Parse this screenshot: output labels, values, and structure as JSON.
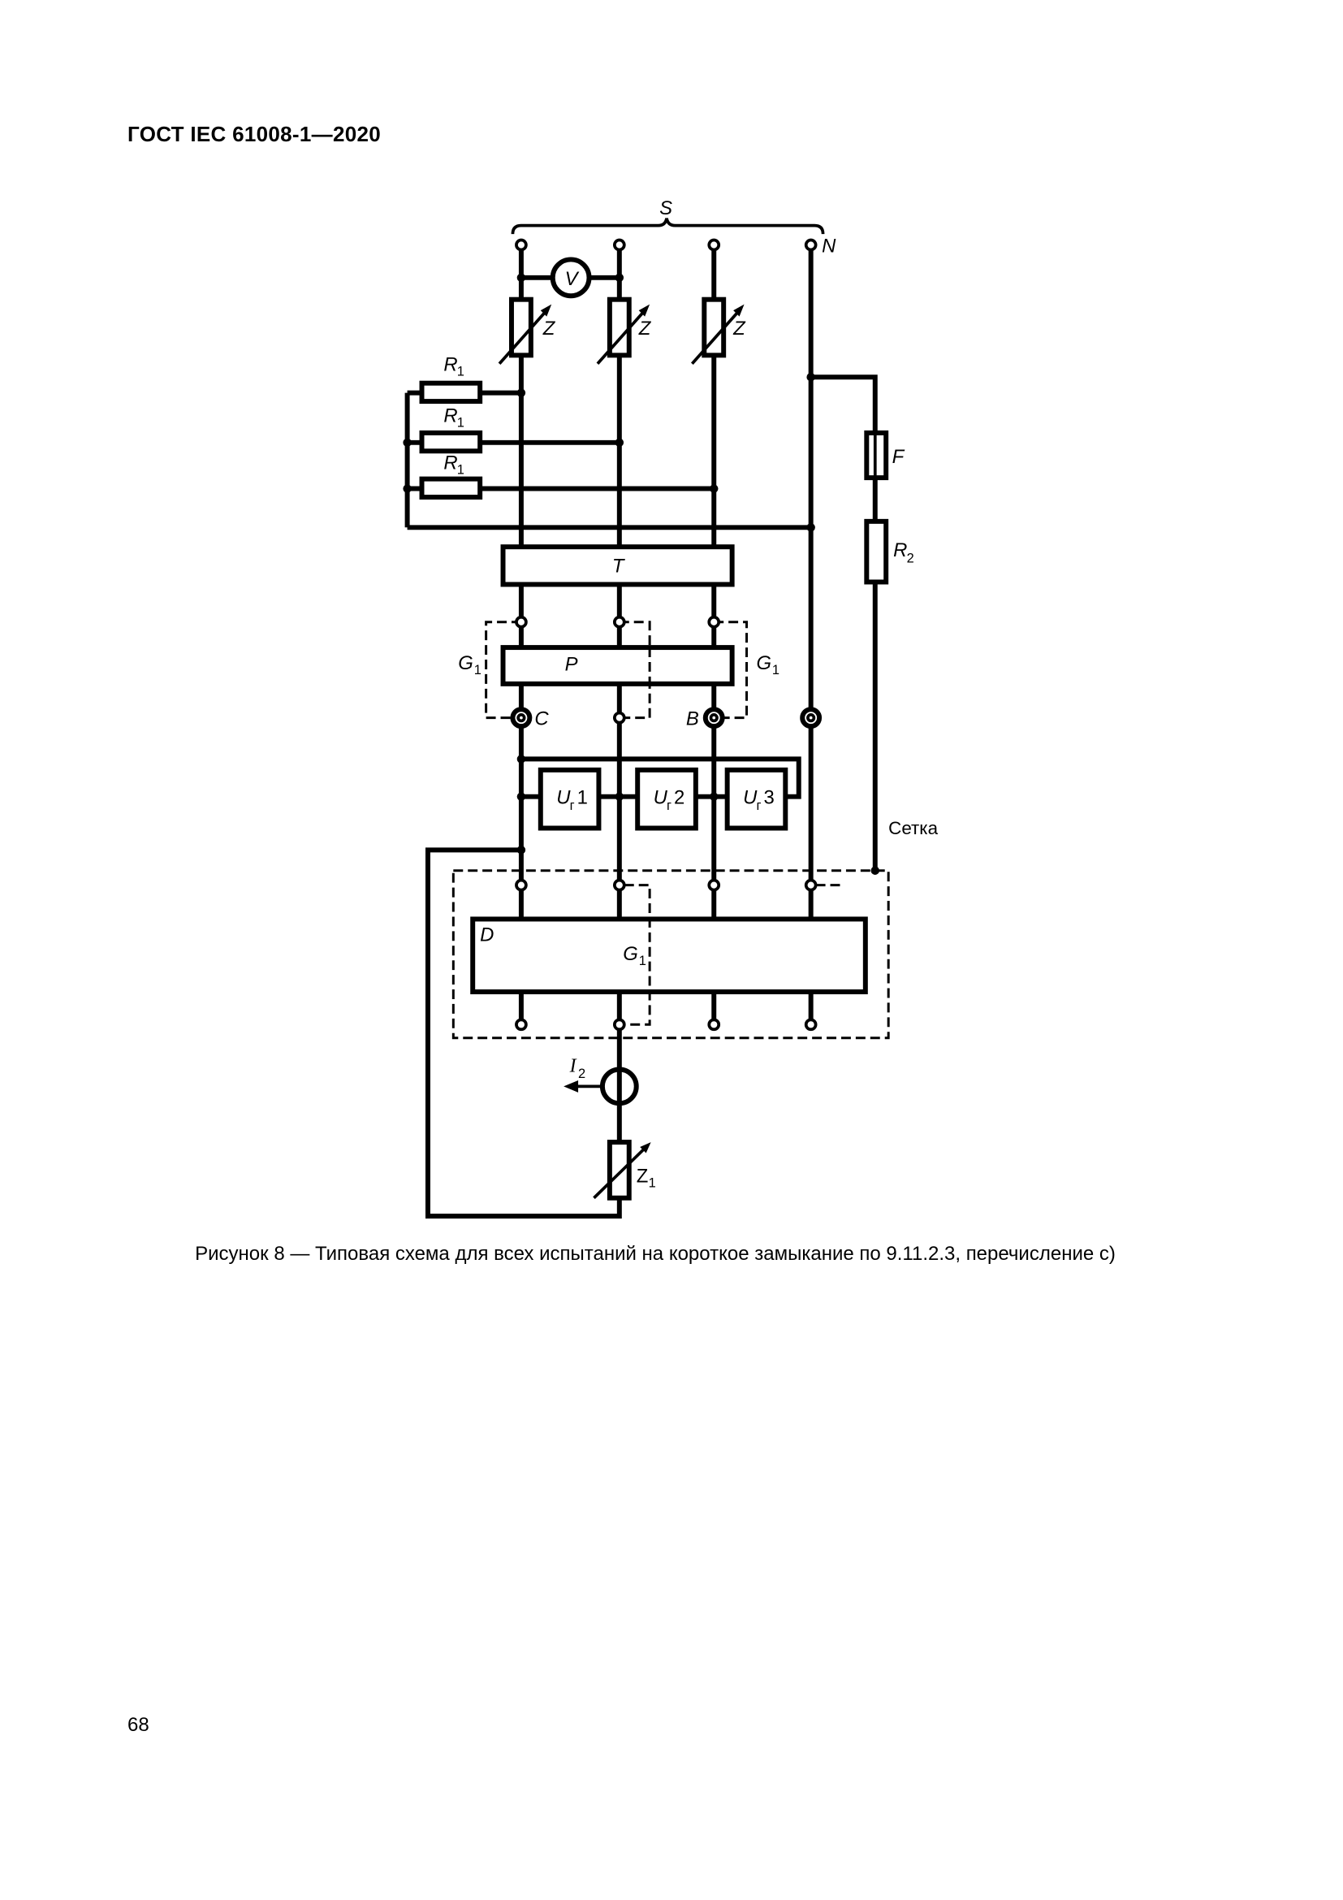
{
  "header": {
    "title": "ГОСТ IEC 61008-1—2020"
  },
  "figure": {
    "caption": "Рисунок 8 — Типовая схема для всех испытаний на короткое замыкание по 9.11.2.3, перечисление с)",
    "labels": {
      "supply": "S",
      "neutral": "N",
      "voltmeter": "V",
      "impedance": "Z",
      "resistor1": "R",
      "resistor1_sub": "1",
      "fuse": "F",
      "resistor2": "R",
      "resistor2_sub": "2",
      "transformer": "T",
      "protective_device": "P",
      "bridge": "G",
      "bridge_sub": "1",
      "terminal_c": "C",
      "terminal_b": "B",
      "recorder": "U",
      "recorder_sub": "г",
      "recorder_1": "1",
      "recorder_2": "2",
      "recorder_3": "3",
      "grid": "Сетка",
      "device": "D",
      "current": "I",
      "current_sub": "2",
      "impedance1": "Z",
      "impedance1_sub": "1"
    }
  },
  "footer": {
    "page_number": "68"
  }
}
